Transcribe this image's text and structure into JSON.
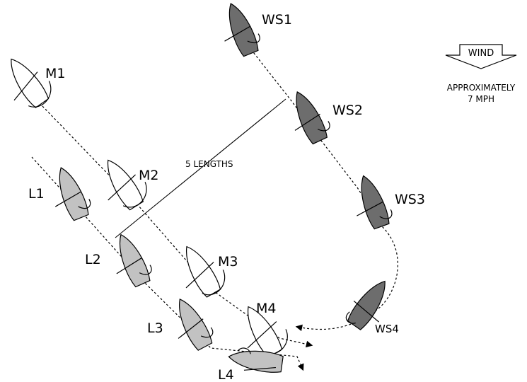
{
  "labels": {
    "ws1": "WS1",
    "ws2": "WS2",
    "ws3": "WS3",
    "ws4": "WS4",
    "m1": "M1",
    "m2": "M2",
    "m3": "M3",
    "m4": "M4",
    "l1": "L1",
    "l2": "L2",
    "l3": "L3",
    "l4": "L4",
    "distance": "5 LENGTHS"
  },
  "wind": {
    "label": "WIND",
    "speed_line1": "APPROXIMATELY",
    "speed_line2": "7 MPH"
  },
  "colors": {
    "ws_fill": "#6d6d6d",
    "l_fill": "#c2c2c2",
    "m_fill": "#ffffff"
  }
}
